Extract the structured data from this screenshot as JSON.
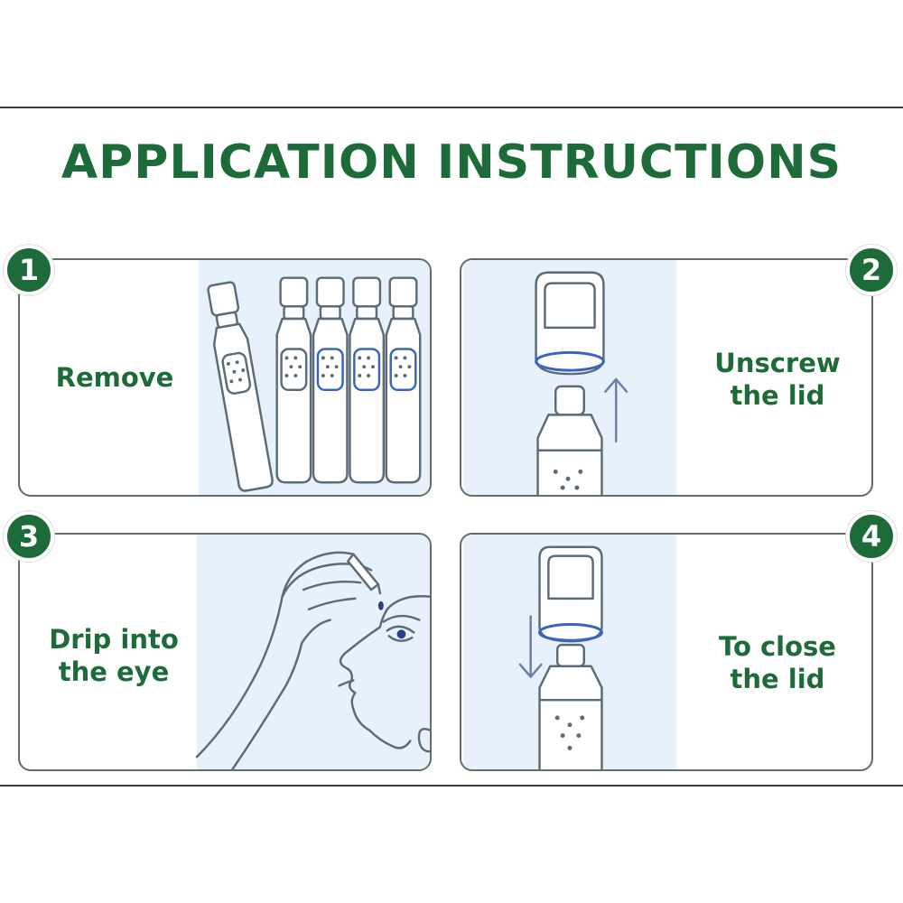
{
  "colors": {
    "accent": "#1e6b3a",
    "illustration_bg": "#e6f1fb",
    "line": "#5b6c78",
    "highlight": "#3b63c4"
  },
  "title": "APPLICATION INSTRUCTIONS",
  "steps": [
    {
      "number": "1",
      "lines": [
        "Remove"
      ]
    },
    {
      "number": "2",
      "lines": [
        "Unscrew",
        "the lid"
      ]
    },
    {
      "number": "3",
      "lines": [
        "Drip into",
        "the eye"
      ]
    },
    {
      "number": "4",
      "lines": [
        "To close",
        "the lid"
      ]
    }
  ]
}
